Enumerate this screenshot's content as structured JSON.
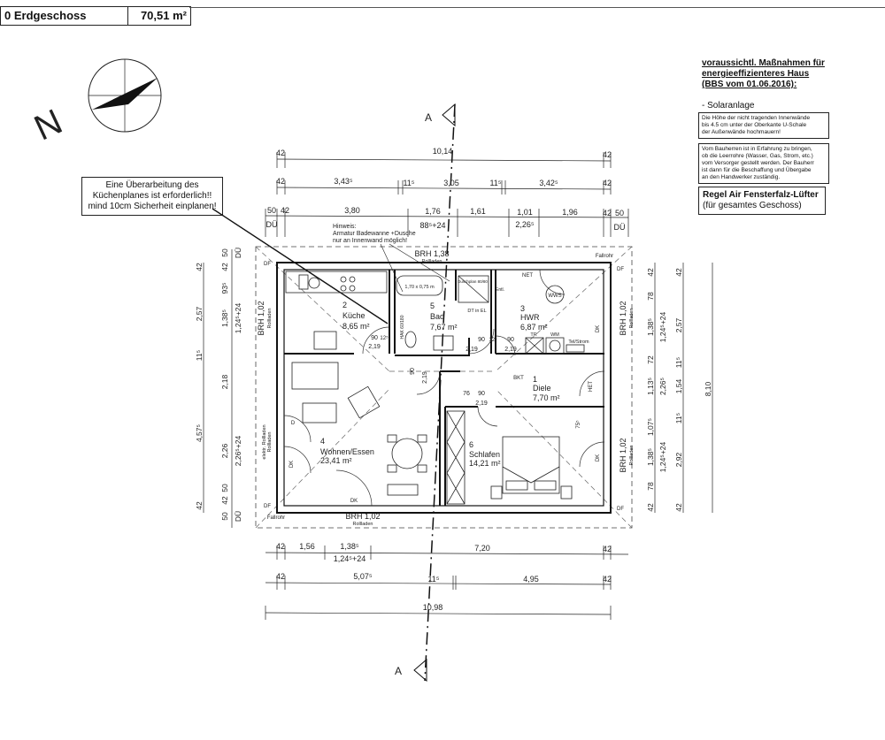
{
  "header": {
    "floor": "0 Erdgeschoss",
    "area": "70,51 m²"
  },
  "compass": {
    "north_label": "N"
  },
  "kitchen_note": [
    "Eine Überarbeitung des",
    "Küchenplanes ist erforderlich!!",
    "mind 10cm Sicherheit einplanen!"
  ],
  "hint": [
    "Hinweis:",
    "Armatur Badewanne +Dusche",
    "nur an Innenwand möglich!"
  ],
  "right_notes": {
    "title": [
      "voraussichtl. Maßnahmen für",
      "energieeffizienteres Haus",
      "(BBS vom 01.06.2016):"
    ],
    "item": "-   Solaranlage",
    "box1": [
      "Die Höhe der nicht tragenden Innenwände",
      "bis 4.5 cm unter der Oberkante U-Schale",
      "der Außenwände hochmauern!"
    ],
    "box2": [
      "Vom Bauherren ist in Erfahrung zu bringen,",
      "ob die Leerrohre (Wasser, Gas, Strom, etc.)",
      "vom Versorger gestellt werden. Der Bauherr",
      "ist dann für die Beschaffung und Übergabe",
      "an den Handwerker zuständig."
    ],
    "box3": [
      "Regel Air Fensterfalz-Lüfter",
      "(für gesamtes Geschoss)"
    ]
  },
  "section": {
    "label": "A"
  },
  "rooms": [
    {
      "num": "1",
      "name": "Diele",
      "area": "7,70 m²"
    },
    {
      "num": "2",
      "name": "Küche",
      "area": "8,65 m²"
    },
    {
      "num": "3",
      "name": "HWR",
      "area": "6,87 m²"
    },
    {
      "num": "4",
      "name": "Wohnen/Essen",
      "area": "23,41 m²"
    },
    {
      "num": "5",
      "name": "Bad",
      "area": "7,67 m²"
    },
    {
      "num": "6",
      "name": "Schlafen",
      "area": "14,21 m²"
    }
  ],
  "dims": {
    "top1": [
      "42",
      "10,14",
      "42"
    ],
    "top2": [
      "42",
      "3,43⁵",
      "11⁵",
      "3,05",
      "11⁵",
      "3,42⁵",
      "42"
    ],
    "top3": [
      "50",
      "42",
      "3,80",
      "1,76",
      "88⁵+24",
      "1,61",
      "1,01",
      "2,26⁵",
      "1,96",
      "42",
      "50",
      "DÜ",
      "DÜ"
    ],
    "bottom1": [
      "42",
      "1,56",
      "1,38⁵",
      "1,24⁵+24",
      "7,20",
      "42"
    ],
    "bottom2": [
      "42",
      "5,07⁵",
      "11⁵",
      "4,95",
      "42"
    ],
    "bottom3": [
      "10,98"
    ],
    "left_outer": [
      "42",
      "2,57",
      "11⁵",
      "4,57⁵",
      "42"
    ],
    "left_inner": [
      "50",
      "42",
      "93⁵",
      "1,38⁵",
      "1,24⁵+24",
      "2,18",
      "2,26",
      "2,26⁵+24",
      "50",
      "42",
      "50",
      "DÜ",
      "DÜ"
    ],
    "right_inner": [
      "42",
      "78",
      "1,38⁵",
      "1,24⁵+24",
      "72",
      "1,13⁵",
      "2,26⁵",
      "1,07⁵",
      "1,38⁵",
      "1,24⁵+24",
      "78",
      "42"
    ],
    "right_mid": [
      "42",
      "2,57",
      "11⁵",
      "1,54",
      "11⁵",
      "2,92",
      "42"
    ],
    "right_outer": [
      "8,10"
    ]
  },
  "labels": {
    "brh_top": "BRH 1,38",
    "rollladen": "Rollladen",
    "brh": "BRH 1,02",
    "df": "DF",
    "fallrohr": "Fallrohr",
    "net": "NET",
    "het": "HET",
    "wws": "WWS",
    "tr": "TR",
    "wm": "WM",
    "tel": "Tel/Strom",
    "bkt": "BKT",
    "dk": "DK",
    "d": "D",
    "hak": "HAK 60/180",
    "dt": "DT in EL",
    "entl": "Entl.",
    "dusch": "Duschplan 80/80",
    "wanne": "1,70 x 0,75 m",
    "elektr": "elektr. Rollladen",
    "d90": "90",
    "d125": "12⁵",
    "d219": "2,19",
    "d76": "76",
    "d75": "75⁵"
  }
}
